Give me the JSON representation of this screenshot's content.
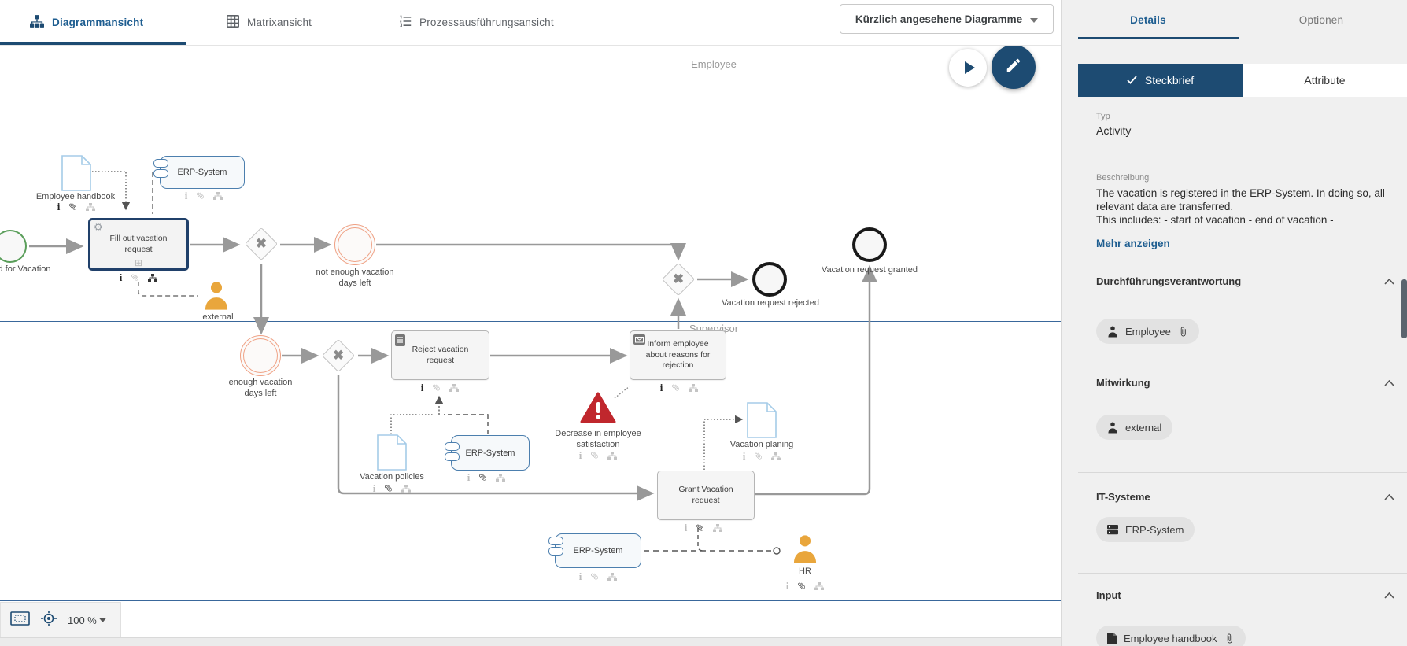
{
  "topbar": {
    "tabs": [
      {
        "label": "Diagrammansicht"
      },
      {
        "label": "Matrixansicht"
      },
      {
        "label": "Prozessausführungsansicht"
      }
    ],
    "recent": "Kürzlich angesehene Diagramme"
  },
  "canvas": {
    "lane_employee": "Employee",
    "lane_supervisor": "Supervisor",
    "zoom_value": "100 %",
    "nodes": {
      "start": "d for Vacation",
      "handbook": "Employee handbook",
      "erp": "ERP-System",
      "fill_out": "Fill out vacation request",
      "external": "external",
      "not_enough": "not enough vacation days left",
      "rejected": "Vacation request rejected",
      "granted": "Vacation request granted",
      "enough": "enough vacation days left",
      "reject": "Reject vacation request",
      "inform": "Inform employee about reasons for rejection",
      "decrease": "Decrease in employee satisfaction",
      "policies": "Vacation policies",
      "planing": "Vacation planing",
      "grant": "Grant Vacation request",
      "hr": "HR"
    }
  },
  "panel": {
    "tab_details": "Details",
    "tab_optionen": "Optionen",
    "btn_steckbrief": "Steckbrief",
    "btn_attribute": "Attribute",
    "typ_label": "Typ",
    "typ_value": "Activity",
    "beschreibung_label": "Beschreibung",
    "desc1": "The vacation is registered in the ERP-System. In doing so, all relevant data are transferred.",
    "desc2": "This includes: - start of vacation - end of vacation -",
    "mehr_anzeigen": "Mehr anzeigen",
    "sections": [
      {
        "title": "Durchführungsverantwortung",
        "chip": "Employee"
      },
      {
        "title": "Mitwirkung",
        "chip": "external"
      },
      {
        "title": "IT-Systeme",
        "chip": "ERP-System"
      },
      {
        "title": "Input",
        "chip": "Employee handbook"
      }
    ]
  },
  "colors": {
    "navy": "#1d4b72",
    "tab_blue": "#1d5d90",
    "lane_blue": "#39679b",
    "orange_actor": "#e9a63c",
    "warning_red": "#c0272d",
    "event_salmon": "#efa184",
    "start_green": "#5a9e5a"
  }
}
